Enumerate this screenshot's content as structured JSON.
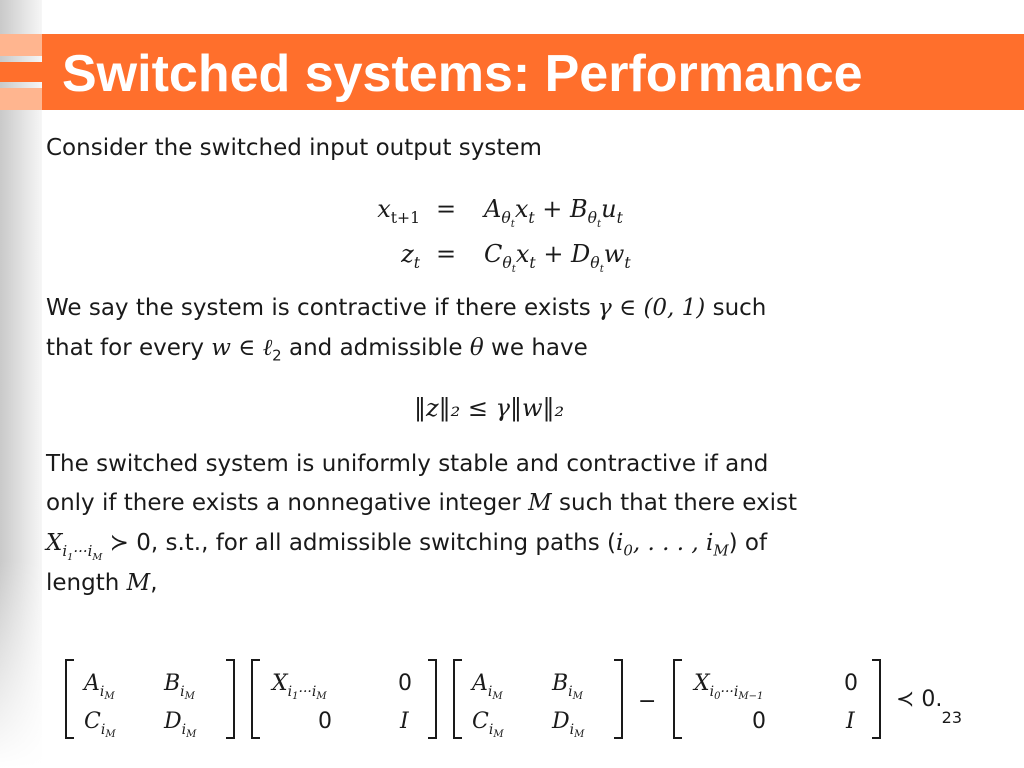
{
  "slide": {
    "title": "Switched systems: Performance",
    "number": "23",
    "accent_color": "#ff6f2c"
  },
  "content": {
    "intro": "Consider the switched input output system",
    "eq1_lhs": "x",
    "eq1_lhs_sub": "t+1",
    "eq1_rhs": "A",
    "eq2_lhs": "z",
    "eq2_lhs_sub": "t",
    "contractive_line1_a": "We say the system is contractive if there exists ",
    "contractive_line1_b": "γ ∈ (0, 1)",
    "contractive_line1_c": " such",
    "contractive_line2_a": "that for every ",
    "contractive_line2_b": "w ∈ ℓ",
    "contractive_line2_sub": "2",
    "contractive_line2_c": " and admissible ",
    "contractive_line2_d": "θ",
    "contractive_line2_e": " we have",
    "norm_ineq": "‖z‖₂ ≤ γ‖w‖₂",
    "theorem_line1": "The switched system is uniformly stable and contractive if and",
    "theorem_line2_a": "only if there exists a nonnegative integer ",
    "theorem_line2_b": "M",
    "theorem_line2_c": " such that there exist",
    "theorem_line3_b": " ≻ 0, s.t., for all admissible switching paths (",
    "theorem_line3_d": ") of",
    "theorem_line4_a": "length ",
    "theorem_line4_b": "M",
    "theorem_line4_c": ",",
    "lmi_tail": "≺ 0."
  }
}
